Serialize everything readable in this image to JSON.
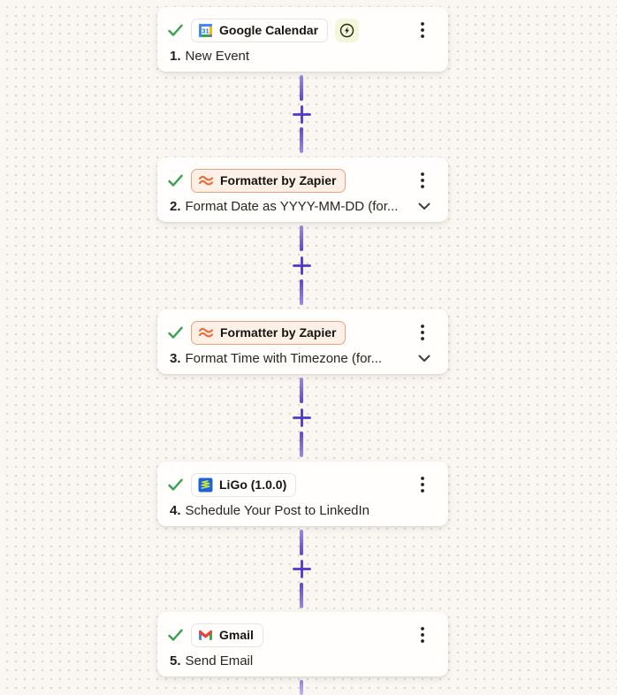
{
  "canvas": {
    "background_color": "#faf6f1",
    "dot_grid_color": "#d9d1c9",
    "connector_color": "#6a5ce0",
    "plus_color": "#4b3ac7"
  },
  "workflow": {
    "steps": [
      {
        "number": "1.",
        "title": "New Event",
        "app": "Google Calendar",
        "app_icon": "google-calendar-icon",
        "status": "success",
        "instant_trigger": true,
        "has_chevron": false
      },
      {
        "number": "2.",
        "title": "Format Date as YYYY-MM-DD (for...",
        "app": "Formatter by Zapier",
        "app_icon": "formatter-zapier-icon",
        "status": "success",
        "instant_trigger": false,
        "has_chevron": true
      },
      {
        "number": "3.",
        "title": "Format Time with Timezone (for...",
        "app": "Formatter by Zapier",
        "app_icon": "formatter-zapier-icon",
        "status": "success",
        "instant_trigger": false,
        "has_chevron": true
      },
      {
        "number": "4.",
        "title": "Schedule Your Post to LinkedIn",
        "app": "LiGo (1.0.0)",
        "app_icon": "ligo-icon",
        "status": "success",
        "instant_trigger": false,
        "has_chevron": false
      },
      {
        "number": "5.",
        "title": "Send Email",
        "app": "Gmail",
        "app_icon": "gmail-icon",
        "status": "success",
        "instant_trigger": false,
        "has_chevron": false
      }
    ],
    "colors": {
      "check_green": "#3aa14f",
      "formatter_orange": "#f0662c",
      "formatter_badge_bg": "#fdf0e7",
      "formatter_badge_border": "#efa17b",
      "instant_badge_bg": "#f3f7d9"
    }
  }
}
